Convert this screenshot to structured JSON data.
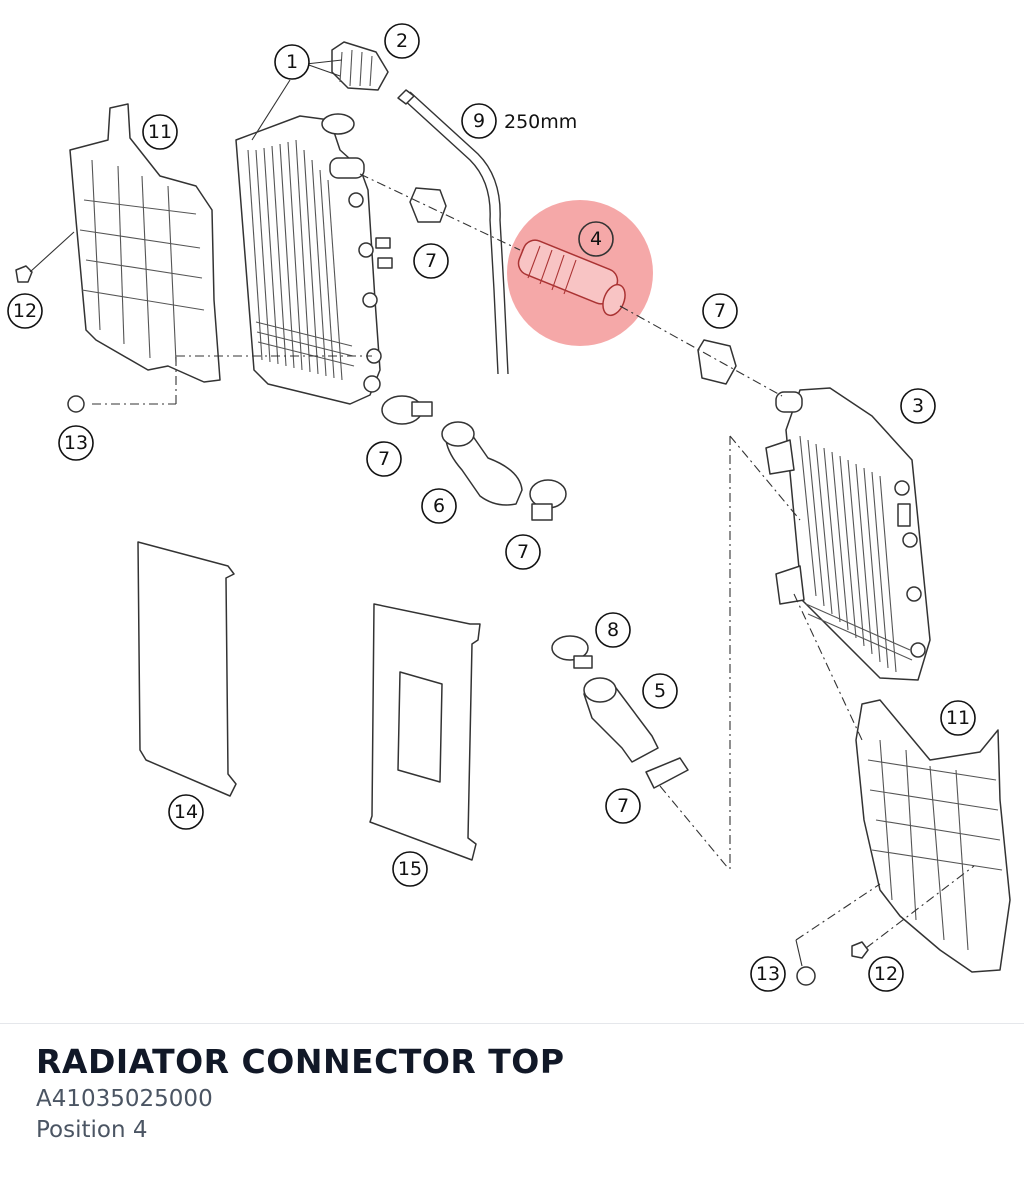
{
  "part": {
    "title": "RADIATOR CONNECTOR TOP",
    "number": "A41035025000",
    "position": "Position 4"
  },
  "diagram": {
    "highlight_color": "#f28b8b",
    "highlighted_callout": "4",
    "length_note": "250mm",
    "callouts": [
      "1",
      "2",
      "11",
      "9",
      "12",
      "7",
      "4",
      "7",
      "13",
      "3",
      "7",
      "6",
      "7",
      "8",
      "5",
      "11",
      "7",
      "14",
      "15",
      "13",
      "12"
    ]
  }
}
